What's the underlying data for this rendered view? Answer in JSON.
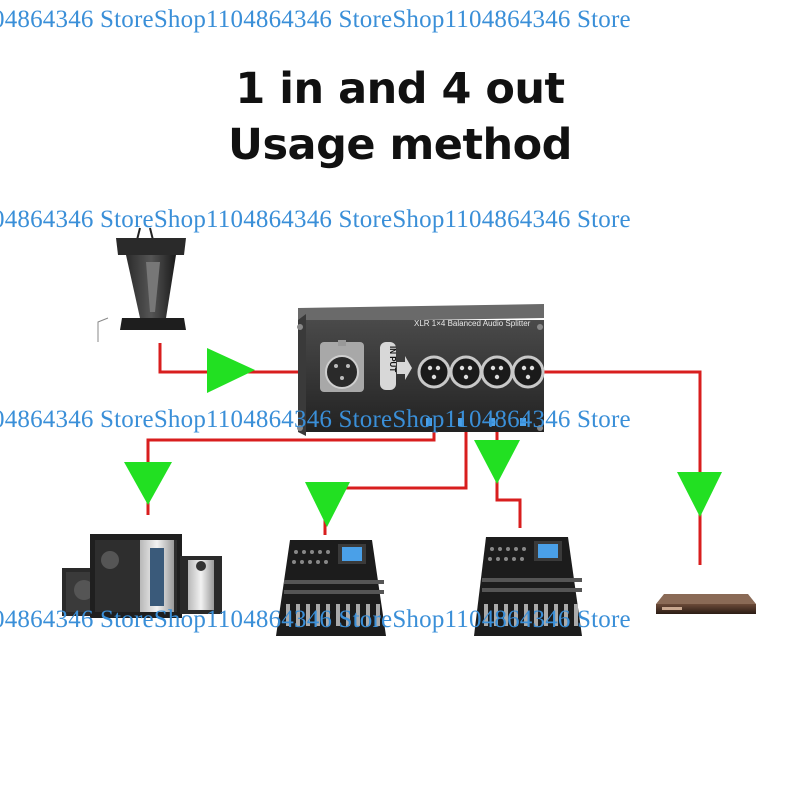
{
  "watermark": {
    "line1": "04864346 StoreShop1104864346 StoreShop1104864346 Store",
    "line2": "04864346 StoreShop1104864346 StoreShop1104864346 Store",
    "line3": "04864346 StoreShop1104864346 StoreShop1104864346 Store",
    "line4": "04864346 StoreShop1104864346 StoreShop1104864346 Store"
  },
  "title": {
    "line1": "1 in and 4 out",
    "line2": "Usage method"
  },
  "splitter": {
    "label": "XLR 1×4 Balanced Audio Splitter",
    "input_label": "IN PUT"
  },
  "colors": {
    "cable": "#d81e1e",
    "arrow": "#22e022",
    "device_body": "#1c1c1c"
  },
  "icons": [
    "podium-microphone",
    "xlr-splitter-box",
    "speaker-system",
    "mixing-console",
    "mixing-console",
    "rack-unit"
  ]
}
